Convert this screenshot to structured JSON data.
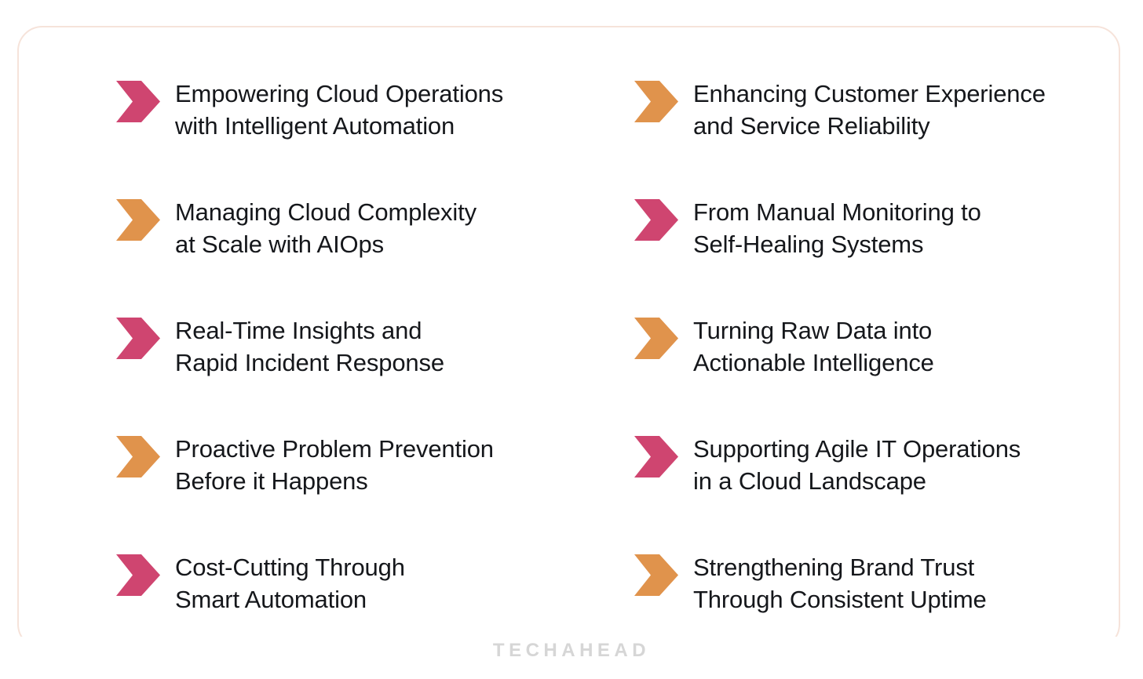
{
  "card": {
    "border_color": "#f6e3da",
    "background_color": "#ffffff"
  },
  "colors": {
    "pink": "#cf4570",
    "orange": "#e0934c",
    "text": "#15171b",
    "watermark": "#d6d6d6",
    "card_border": "#f6e3da"
  },
  "features": [
    {
      "icon": "chevron-arrow-icon",
      "color_name": "pink",
      "color": "#cf4570",
      "line1": "Empowering Cloud Operations",
      "line2": "with Intelligent Automation",
      "text": "Empowering Cloud Operations\nwith Intelligent Automation"
    },
    {
      "icon": "chevron-arrow-icon",
      "color_name": "orange",
      "color": "#e0934c",
      "line1": "Enhancing Customer Experience",
      "line2": "and Service Reliability",
      "text": "Enhancing Customer Experience\nand Service Reliability"
    },
    {
      "icon": "chevron-arrow-icon",
      "color_name": "orange",
      "color": "#e0934c",
      "line1": "Managing Cloud Complexity",
      "line2": "at Scale with AIOps",
      "text": "Managing Cloud Complexity\nat Scale with AIOps"
    },
    {
      "icon": "chevron-arrow-icon",
      "color_name": "pink",
      "color": "#cf4570",
      "line1": "From Manual Monitoring to",
      "line2": "Self-Healing Systems",
      "text": "From Manual Monitoring to\nSelf-Healing Systems"
    },
    {
      "icon": "chevron-arrow-icon",
      "color_name": "pink",
      "color": "#cf4570",
      "line1": "Real-Time Insights and",
      "line2": "Rapid Incident Response",
      "text": "Real-Time Insights and\nRapid Incident Response"
    },
    {
      "icon": "chevron-arrow-icon",
      "color_name": "orange",
      "color": "#e0934c",
      "line1": "Turning Raw Data into",
      "line2": "Actionable Intelligence",
      "text": "Turning Raw Data into\nActionable Intelligence"
    },
    {
      "icon": "chevron-arrow-icon",
      "color_name": "orange",
      "color": "#e0934c",
      "line1": "Proactive Problem Prevention",
      "line2": "Before it Happens",
      "text": "Proactive Problem Prevention\nBefore it Happens"
    },
    {
      "icon": "chevron-arrow-icon",
      "color_name": "pink",
      "color": "#cf4570",
      "line1": "Supporting Agile IT Operations",
      "line2": "in a Cloud Landscape",
      "text": "Supporting Agile IT Operations\nin a Cloud Landscape"
    },
    {
      "icon": "chevron-arrow-icon",
      "color_name": "pink",
      "color": "#cf4570",
      "line1": "Cost-Cutting Through",
      "line2": "Smart Automation",
      "text": "Cost-Cutting Through\nSmart Automation"
    },
    {
      "icon": "chevron-arrow-icon",
      "color_name": "orange",
      "color": "#e0934c",
      "line1": "Strengthening Brand Trust",
      "line2": "Through Consistent Uptime",
      "text": "Strengthening Brand Trust\nThrough Consistent Uptime"
    }
  ],
  "watermark": {
    "label": "TECHAHEAD"
  }
}
